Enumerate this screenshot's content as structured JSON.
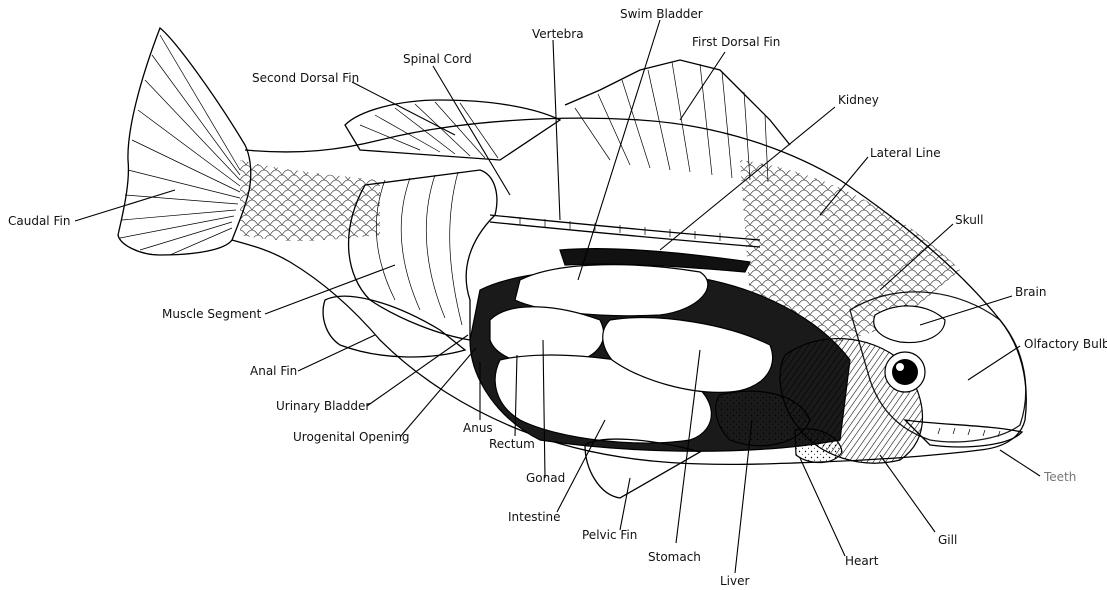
{
  "diagram": {
    "labels": {
      "swim_bladder": "Swim Bladder",
      "vertebra": "Vertebra",
      "first_dorsal_fin": "First Dorsal Fin",
      "spinal_cord": "Spinal Cord",
      "second_dorsal_fin": "Second Dorsal Fin",
      "kidney": "Kidney",
      "lateral_line": "Lateral Line",
      "caudal_fin": "Caudal Fin",
      "skull": "Skull",
      "brain": "Brain",
      "muscle_segment": "Muscle Segment",
      "olfactory_bulb": "Olfactory Bulb",
      "anal_fin": "Anal Fin",
      "urinary_bladder": "Urinary Bladder",
      "urogenital_opening": "Urogenital Opening",
      "anus": "Anus",
      "rectum": "Rectum",
      "teeth": "Teeth",
      "gonad": "Gonad",
      "intestine": "Intestine",
      "pelvic_fin": "Pelvic Fin",
      "stomach": "Stomach",
      "gill": "Gill",
      "heart": "Heart",
      "liver": "Liver"
    },
    "colors": {
      "ink": "#000000",
      "background": "#ffffff",
      "faded_label": "#777777"
    }
  }
}
